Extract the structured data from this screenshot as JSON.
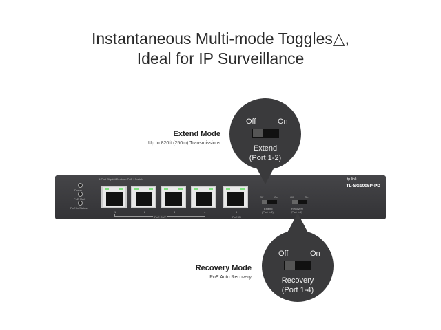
{
  "title": {
    "line1": "Instantaneous Multi-mode Toggles△,",
    "line2": "Ideal for IP Surveillance"
  },
  "extend": {
    "mode": "Extend Mode",
    "desc": "Up to 820ft (250m) Transmissions",
    "off": "Off",
    "on": "On",
    "label1": "Extend",
    "label2": "(Port 1-2)"
  },
  "recovery": {
    "mode": "Recovery Mode",
    "desc": "PoE Auto Recovery",
    "off": "Off",
    "on": "On",
    "label1": "Recovery",
    "label2": "(Port 1-4)"
  },
  "device": {
    "name": "5-Port Gigabit Desktop PoE+ Switch",
    "brand": "tp-link",
    "model": "TL-SG1005P-PD",
    "leds": [
      "Power",
      "PoE MAX",
      "PoE In Status"
    ],
    "ports": [
      "1",
      "2",
      "3",
      "4",
      "5"
    ],
    "poe_out": "PoE OUT",
    "poe_in": "PoE IN",
    "extend_small": "Extend",
    "extend_ports": "(Port 1-2)",
    "recovery_small": "Recovery",
    "recovery_ports": "(Port 1-4)",
    "off": "Off",
    "on": "On"
  }
}
